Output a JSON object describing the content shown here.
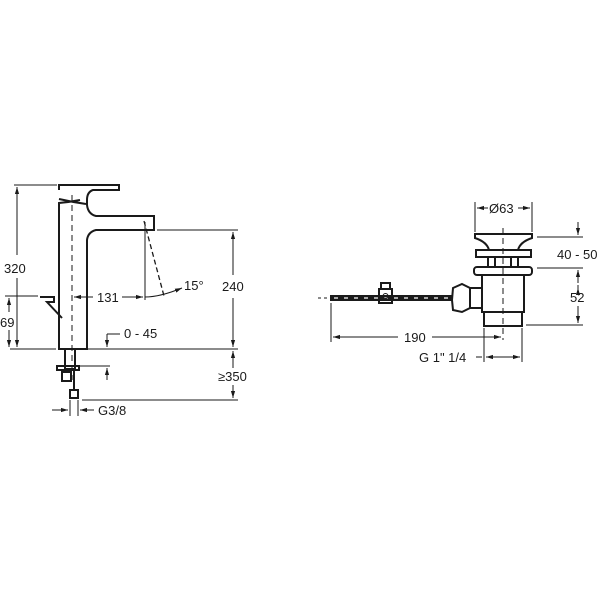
{
  "faucet": {
    "height_total": "320",
    "lever_height": "69",
    "spout_reach": "131",
    "spray_angle": "15°",
    "spout_height": "240",
    "deck_thickness": "0 - 45",
    "hose_length": "≥350",
    "connection": "G3/8"
  },
  "waste": {
    "diameter": "Ø63",
    "plug_height": "40 - 50",
    "body_height": "52",
    "rod_length": "190",
    "thread": "G 1\" 1/4"
  }
}
